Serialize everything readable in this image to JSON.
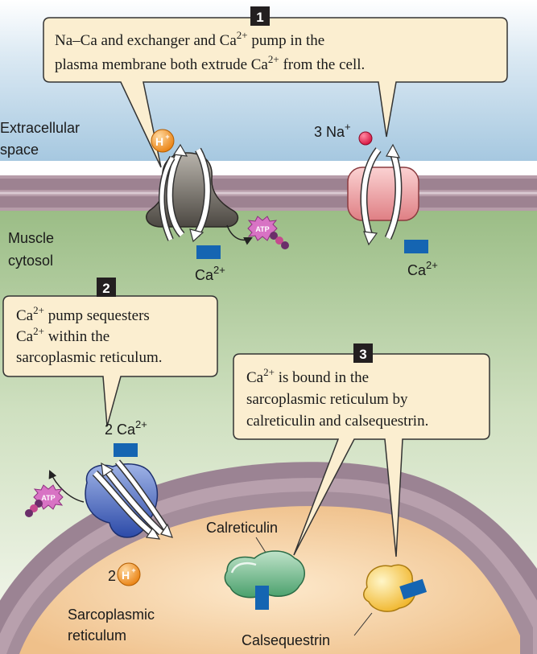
{
  "steps": [
    {
      "number": "1",
      "lines": [
        [
          "Na–Ca and  exchanger and Ca",
          "2+",
          " pump in the"
        ],
        [
          "plasma membrane both extrude  Ca",
          "2+",
          " from the cell."
        ]
      ]
    },
    {
      "number": "2",
      "lines": [
        [
          "Ca",
          "2+",
          " pump  sequesters"
        ],
        [
          "Ca",
          "2+",
          " within the"
        ],
        [
          "sarcoplasmic reticulum.",
          "",
          ""
        ]
      ]
    },
    {
      "number": "3",
      "lines": [
        [
          "Ca",
          "2+",
          " is bound in the"
        ],
        [
          "sarcoplasmic reticulum by",
          "",
          ""
        ],
        [
          "calreticulin and calsequestrin.",
          "",
          ""
        ]
      ]
    }
  ],
  "regions": {
    "extracellular": [
      "Extracellular",
      "space"
    ],
    "cytosol": [
      "Muscle",
      "cytosol"
    ],
    "sr": [
      "Sarcoplasmic",
      "reticulum"
    ]
  },
  "ions": {
    "h": "H",
    "h_sup": "+",
    "ca": "Ca",
    "ca_sup": "2+",
    "na": "3 Na",
    "na_sup": "+",
    "two_ca": "2 Ca",
    "two_h_prefix": "2"
  },
  "atp": "ATP",
  "proteins": {
    "calreticulin": "Calreticulin",
    "calsequestrin": "Calsequestrin"
  },
  "colors": {
    "extracellular_top": "#ffffff",
    "extracellular_bottom": "#a9cbe2",
    "cytosol_top": "#9fc08a",
    "cytosol_bottom": "#f3f6ec",
    "membrane": "#a08795",
    "callout_fill": "#fbeed0",
    "proton": "#f3951f",
    "sodium": "#e5194a",
    "calcium": "#1565b2",
    "atp": "#c55ab0"
  }
}
